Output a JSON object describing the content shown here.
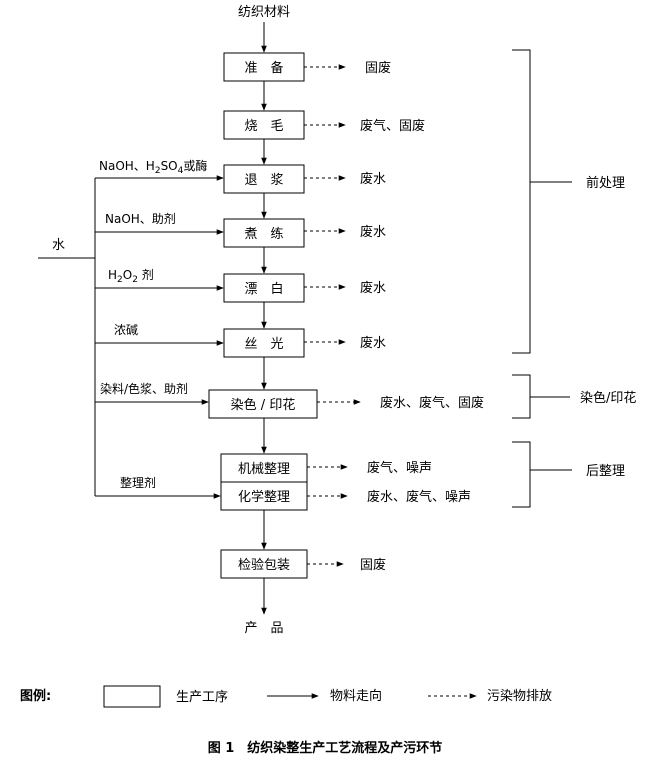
{
  "input_label": "纺织材料",
  "water_label": "水",
  "product_label": "产　品",
  "steps": [
    {
      "label": "准　备",
      "emission": "固废"
    },
    {
      "label": "烧　毛",
      "emission": "废气、固废"
    },
    {
      "label": "退　浆",
      "emission": "废水"
    },
    {
      "label": "煮　练",
      "emission": "废水"
    },
    {
      "label": "漂　白",
      "emission": "废水"
    },
    {
      "label": "丝　光",
      "emission": "废水"
    },
    {
      "label": "染色 / 印花",
      "emission": "废水、废气、固废"
    },
    {
      "label": "机械整理",
      "emission": "废气、噪声"
    },
    {
      "label": "化学整理",
      "emission": "废水、废气、噪声"
    },
    {
      "label": "检验包装",
      "emission": "固废"
    }
  ],
  "additives": {
    "tuijiang_a": "NaOH、H",
    "tuijiang_sub2": "2",
    "tuijiang_b": "SO",
    "tuijiang_sub4": "4",
    "tuijiang_c": "或酶",
    "zhulian": "NaOH、助剂",
    "piaobai_a": "H",
    "piaobai_sub2a": "2",
    "piaobai_b": "O",
    "piaobai_sub2b": "2",
    "piaobai_c": " 剂",
    "siguang": "浓碱",
    "ranse": "染料/色浆、助剂",
    "zhengli": "整理剂"
  },
  "stages": {
    "pre": "前处理",
    "dye": "染色/印花",
    "post": "后整理"
  },
  "legend": {
    "title": "图例:",
    "process": "生产工序",
    "material_flow": "物料走向",
    "pollutant": "污染物排放"
  },
  "caption": "图 1　纺织染整生产工艺流程及产污环节"
}
